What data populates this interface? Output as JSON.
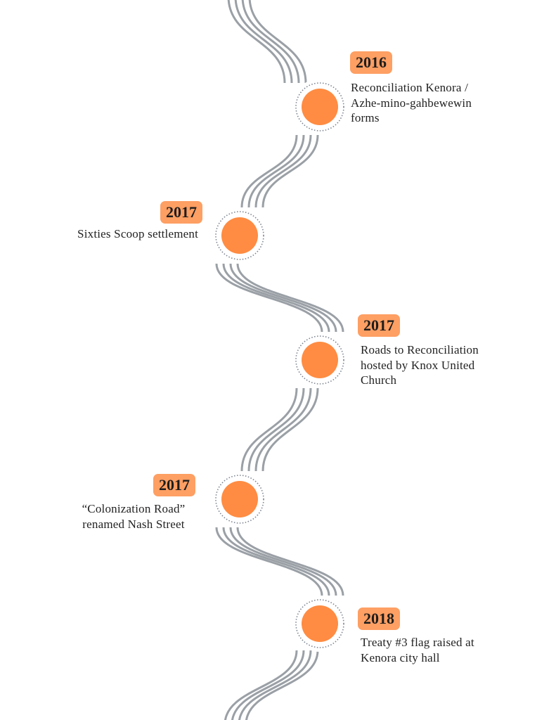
{
  "colors": {
    "node": "#ff8c42",
    "badge": "#fe9f63",
    "line": "#9aa0a6"
  },
  "events": [
    {
      "year": "2016",
      "text": "Reconciliation Kenora / Azhe-mino-gahbewewin forms"
    },
    {
      "year": "2017",
      "text": "Sixties Scoop settlement"
    },
    {
      "year": "2017",
      "text": "Roads to Reconciliation hosted by Knox United Church"
    },
    {
      "year": "2017",
      "text": "“Colonization Road” renamed Nash Street"
    },
    {
      "year": "2018",
      "text": "Treaty #3 flag raised at Kenora city hall"
    }
  ]
}
